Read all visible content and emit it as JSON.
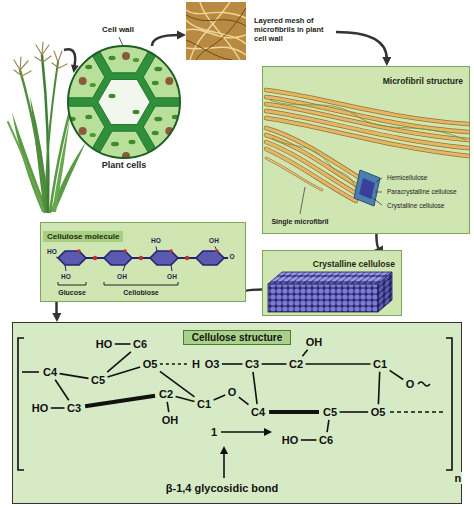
{
  "diagram": {
    "nodes": [
      {
        "text": [
          "Plant cells"
        ]
      },
      {
        "text": [
          "Layered mesh of microfibrils in plant cell wall"
        ]
      },
      {
        "text": [
          "Microfibril structure"
        ]
      },
      {
        "text": [
          "Crystalline cellulose"
        ]
      },
      {
        "text": [
          "Cellulose molecule"
        ]
      },
      {
        "text": [
          "Cellulose structure"
        ]
      }
    ],
    "edges": [
      {
        "from": 0,
        "to": 1,
        "arrow": "to"
      },
      {
        "from": 1,
        "to": 2,
        "arrow": "to"
      },
      {
        "from": 2,
        "to": 3,
        "arrow": "to"
      },
      {
        "from": 3,
        "to": 4,
        "arrow": "to"
      },
      {
        "from": 4,
        "to": 5,
        "arrow": "to"
      }
    ],
    "labels": [
      "Cell wall",
      "Single microfibril",
      "Hemicellulose",
      "Paracrystalline cellulose",
      "Crystalline cellulose",
      "HO",
      "HO",
      "OH",
      "HO",
      "OH",
      "OH",
      "O",
      "Glucose",
      "Cellobiose",
      "HO",
      "C6",
      "C4",
      "C5",
      "O5",
      "H",
      "O3",
      "C3",
      "OH",
      "C2",
      "C1",
      "O",
      "HO",
      "C3",
      "C2",
      "OH",
      "C1",
      "O",
      "C4",
      "C5",
      "O5",
      "1",
      "HO",
      "C6",
      "β-1,4 glycosidic bond",
      "n"
    ]
  }
}
